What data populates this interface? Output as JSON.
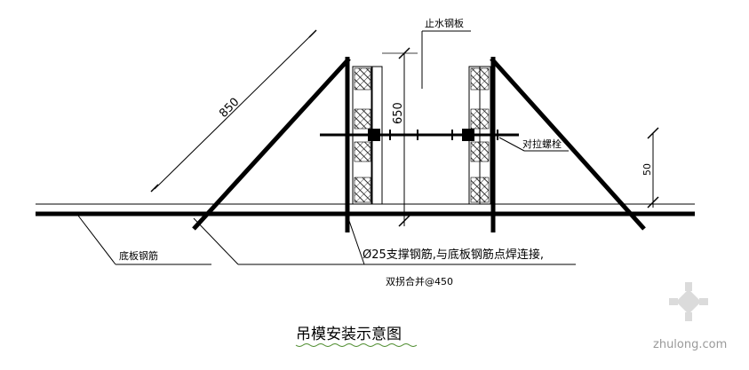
{
  "labels": {
    "stop_water_plate": "止水钢板",
    "tie_bolt": "对拉螺栓",
    "bottom_rebar": "底板钢筋",
    "support_rebar": "Ø25支撑钢筋,与底板钢筋点焊连接,",
    "double_spacing": "双拐合并@450",
    "title": "吊模安装示意图"
  },
  "dimensions": {
    "diagonal": "850",
    "height": "650",
    "side": "50"
  },
  "watermark": {
    "text": "zhulong.com"
  },
  "colors": {
    "line": "#000000",
    "hatch": "#000000",
    "watermark": "#9a9a9a",
    "title_underline": "#4a8a2a"
  }
}
